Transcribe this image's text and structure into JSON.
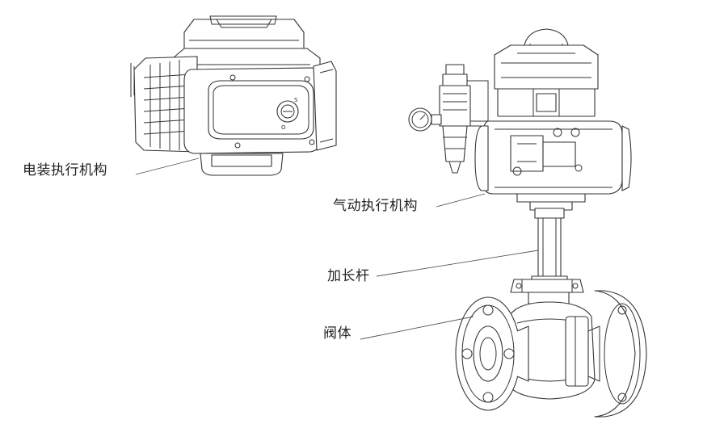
{
  "labels": {
    "electric_actuator": "电装执行机构",
    "pneumatic_actuator": "气动执行机构",
    "extension_rod": "加长杆",
    "valve_body": "阀体"
  },
  "actuator_indicator": {
    "open_mark": "S",
    "closed_mark": "O"
  }
}
